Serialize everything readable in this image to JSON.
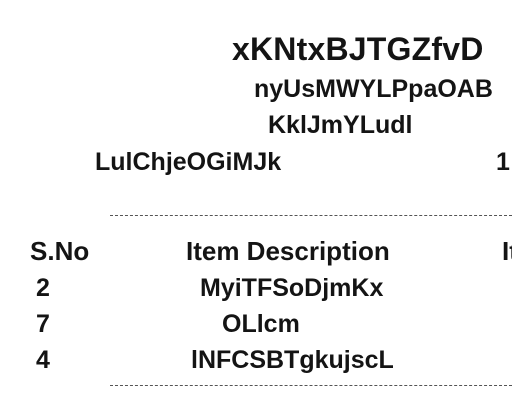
{
  "receipt": {
    "title": "xKNtxBJTGZfvD",
    "subtitle": "nyUsMWYLPpaOAB",
    "subline": "KklJmYLudl",
    "meta_left": "LulChjeOGiMJk",
    "meta_right": "1"
  },
  "table": {
    "headers": {
      "sno": "S.No",
      "description": "Item Description",
      "third": "It"
    },
    "rows": [
      {
        "sno": "2",
        "description": "MyiTFSoDjmKx"
      },
      {
        "sno": "7",
        "description": "OLlcm"
      },
      {
        "sno": "4",
        "description": "lNFCSBTgkujscL"
      }
    ]
  }
}
